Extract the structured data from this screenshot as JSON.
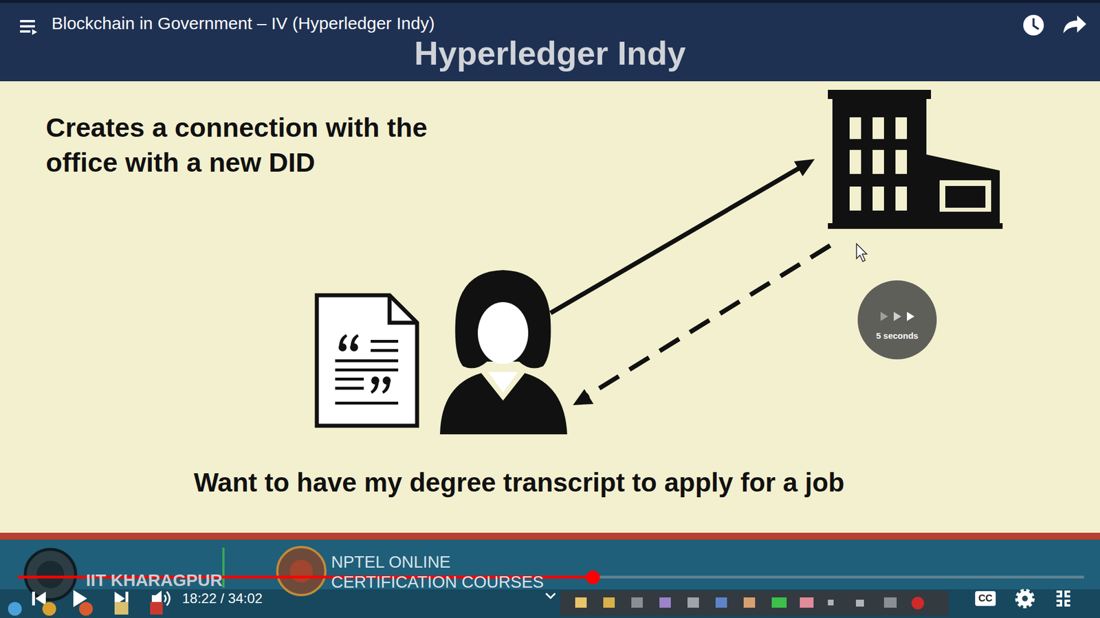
{
  "diagram": {
    "title": "Hyperledger Indy",
    "labels": [
      "Blockchain in Government – IV (Hyperledger Indy)",
      "Creates a connection with the office with a new DID",
      "5 seconds",
      "Want to have my degree transcript to apply for a job",
      "IIT KHARAGPUR",
      "NPTEL ONLINE CERTIFICATION COURSES",
      "18:22 / 34:02",
      "CC"
    ]
  }
}
